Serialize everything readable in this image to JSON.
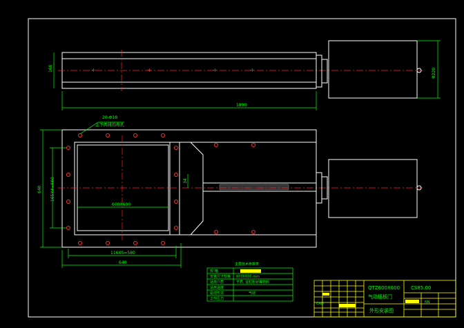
{
  "title_block": {
    "model": "QTZ600X600",
    "name": "气动插板门",
    "drawing": "外形安装图",
    "code": "CS85.00",
    "cad": "CAD",
    "scale_mark": "NN"
  },
  "params_table": {
    "title": "主要技术参数表",
    "rows": [
      {
        "label": "规  格",
        "value": ""
      },
      {
        "label": "安装尺寸规格",
        "value": "600X600  mm"
      },
      {
        "label": "适用介质",
        "value": "干质, 湿粒粉状等物料"
      },
      {
        "label": "适用温度",
        "value": ""
      },
      {
        "label": "驱动形式",
        "value": "气动"
      },
      {
        "label": "工作压力",
        "value": ""
      }
    ]
  },
  "dimensions": {
    "side_height": "160",
    "side_length": "1890",
    "cyl_height": "Φ220",
    "bolt_spec": "20-Φ18",
    "bolt_note": "上下两排均布孔",
    "plan_height": "640",
    "plan_bolt_v": "165X4=660",
    "opening": "600X600",
    "plan_bolt_h": "116X5=580",
    "plan_width": "640",
    "gap": "34"
  }
}
